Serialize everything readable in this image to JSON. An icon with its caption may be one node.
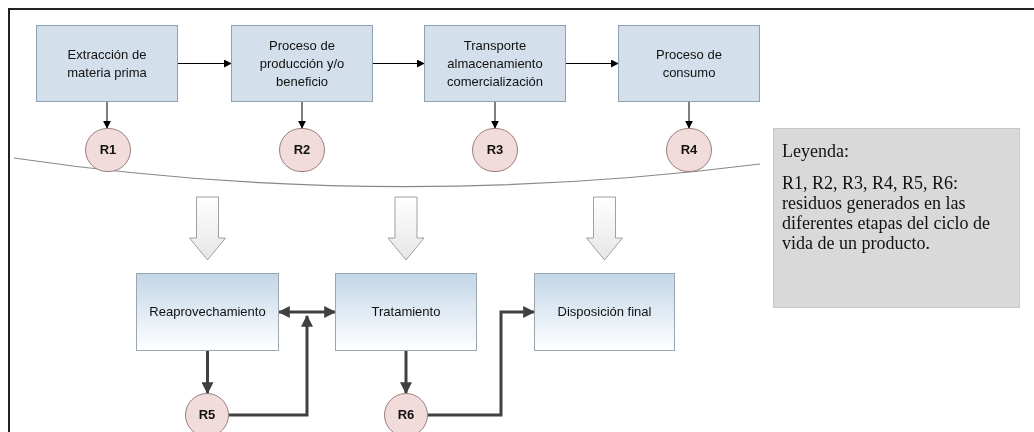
{
  "diagram": {
    "nodes": [
      {
        "text": [
          "Extracción de materia prima"
        ]
      },
      {
        "text": [
          "Proceso de producción y/o beneficio"
        ]
      },
      {
        "text": [
          "Transporte almacenamiento comercialización"
        ]
      },
      {
        "text": [
          "Proceso de consumo"
        ]
      },
      {
        "text": [
          "R1"
        ]
      },
      {
        "text": [
          "R2"
        ]
      },
      {
        "text": [
          "R3"
        ]
      },
      {
        "text": [
          "R4"
        ]
      },
      {
        "text": [
          "Reaprovechamiento"
        ]
      },
      {
        "text": [
          "Tratamiento"
        ]
      },
      {
        "text": [
          "Disposición final"
        ]
      },
      {
        "text": [
          "R5"
        ]
      },
      {
        "text": [
          "R6"
        ]
      },
      {
        "text": [
          "Leyenda:",
          "R1, R2, R3, R4, R5, R6: residuos generados en las diferentes etapas del ciclo de vida de un producto."
        ]
      }
    ],
    "edges": [
      {
        "from": 0,
        "to": 1,
        "arrow": "to"
      },
      {
        "from": 1,
        "to": 2,
        "arrow": "to"
      },
      {
        "from": 2,
        "to": 3,
        "arrow": "to"
      },
      {
        "from": 0,
        "to": 4,
        "arrow": "to"
      },
      {
        "from": 1,
        "to": 5,
        "arrow": "to"
      },
      {
        "from": 2,
        "to": 6,
        "arrow": "to"
      },
      {
        "from": 3,
        "to": 7,
        "arrow": "to"
      },
      {
        "from": null,
        "to": 8,
        "arrow": "to",
        "style": "thick"
      },
      {
        "from": null,
        "to": 9,
        "arrow": "to",
        "style": "thick"
      },
      {
        "from": null,
        "to": 10,
        "arrow": "to",
        "style": "thick"
      },
      {
        "from": 8,
        "to": 9,
        "arrow": "both",
        "style": "thick",
        "color": "#404040"
      },
      {
        "from": 8,
        "to": 11,
        "arrow": "to",
        "style": "thick",
        "color": "#404040"
      },
      {
        "from": 11,
        "to": 9,
        "arrow": "to",
        "style": "thick",
        "color": "#404040"
      },
      {
        "from": 9,
        "to": 12,
        "arrow": "to",
        "style": "thick",
        "color": "#404040"
      },
      {
        "from": 12,
        "to": 10,
        "arrow": "to",
        "style": "thick",
        "color": "#404040"
      }
    ]
  }
}
